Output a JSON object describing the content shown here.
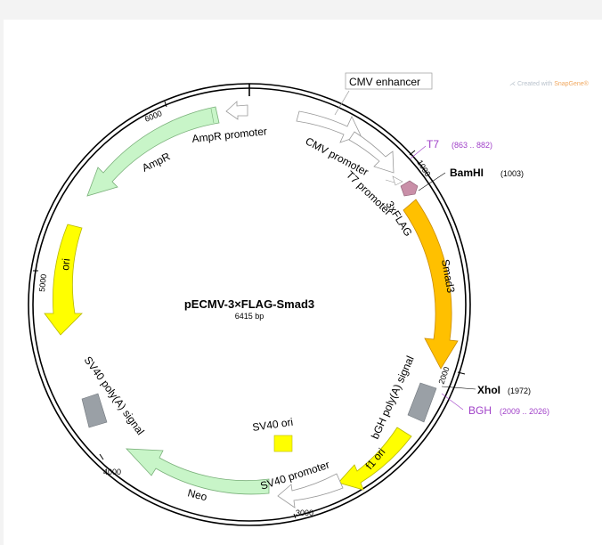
{
  "header": {
    "credit_prefix": "Created with ",
    "credit_brand": "SnapGene®"
  },
  "plasmid": {
    "name": "pECMV-3×FLAG-Smad3",
    "size": "6415 bp",
    "ticks": [
      "1000",
      "2000",
      "3000",
      "4000",
      "5000",
      "6000"
    ]
  },
  "features": {
    "cmv_enhancer": "CMV enhancer",
    "cmv_promoter": "CMV promoter",
    "t7_promoter": "T7 promoter",
    "flag": "3xFLAG",
    "smad3": "Smad3",
    "bgh_polya": "bGH poly(A) signal",
    "f1_ori": "f1 ori",
    "sv40_promoter": "SV40 promoter",
    "neo": "Neo",
    "sv40_ori": "SV40 ori",
    "sv40_polya": "SV40 poly(A) signal",
    "ori": "ori",
    "ampr": "AmpR",
    "ampr_promoter": "AmpR promoter"
  },
  "sites": {
    "t7": {
      "name": "T7",
      "range": "(863 .. 882)"
    },
    "bamhi": {
      "name": "BamHI",
      "pos": "(1003)"
    },
    "xhoi": {
      "name": "XhoI",
      "pos": "(1972)"
    },
    "bgh": {
      "name": "BGH",
      "range": "(2009 .. 2026)"
    }
  },
  "colors": {
    "backbone": "#000000",
    "cmv": "#ffffff",
    "flag": "#c98fa8",
    "smad3": "#ffc000",
    "polya": "#9aa0a6",
    "ori": "#ffff00",
    "neo": "#c8f5c8",
    "primer": "#a040c8"
  }
}
